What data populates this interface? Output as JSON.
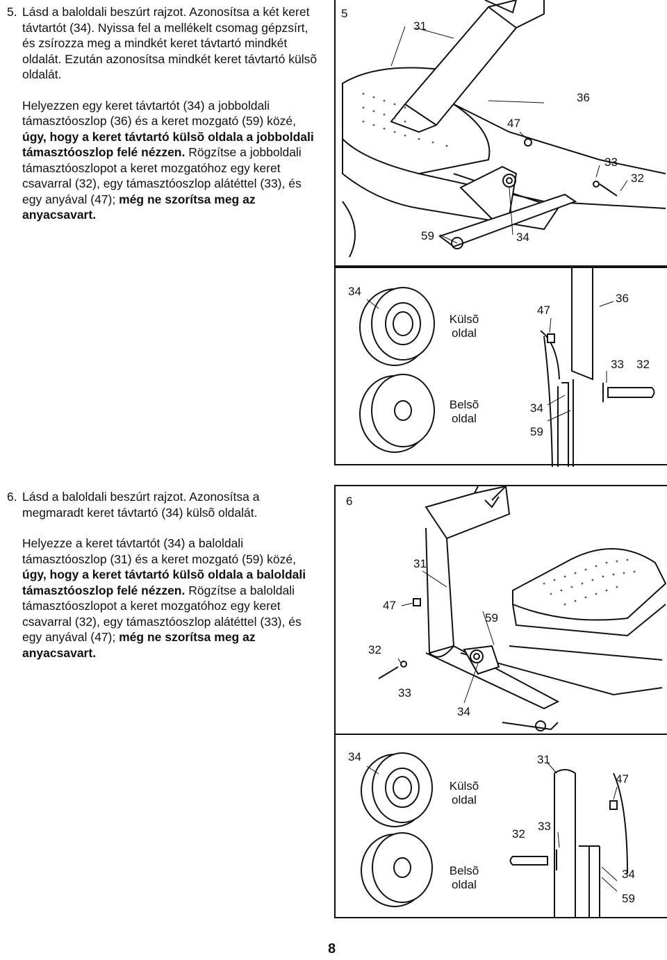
{
  "step5": {
    "number": "5.",
    "intro": "Lásd a baloldali beszúrt rajzot. Azonosítsa a két keret távtartót (34). Nyissa fel a mellékelt csomag gépzsírt, és zsírozza meg a mindkét keret távtartó mindkét oldalát. Ezután azonosítsa mindkét keret távtartó külsõ oldalát.",
    "p2_a": "Helyezzen egy keret távtartót (34) a jobboldali támasztóoszlop (36) és a keret mozgató (59) közé,",
    "p2_bold": "úgy, hogy a keret távtartó külsõ oldala a jobboldali támasztóoszlop felé nézzen.",
    "p2_b": "Rögzítse a jobboldali támasztóoszlopot a keret mozgatóhoz egy keret csavarral (32), egy támasztóoszlop alátéttel (33), és egy anyával (47);",
    "p2_bold2": "még ne szorítsa meg az anyacsavart.",
    "fig_number": "5",
    "callouts_main": [
      "31",
      "36",
      "47",
      "33",
      "32",
      "59",
      "34"
    ],
    "callouts_inset": [
      "34",
      "Külsõ",
      "oldal",
      "47",
      "36",
      "33",
      "32",
      "Belsõ",
      "oldal",
      "34",
      "59"
    ]
  },
  "step6": {
    "number": "6.",
    "intro": "Lásd a baloldali beszúrt rajzot. Azonosítsa a megmaradt keret távtartó (34) külsõ oldalát.",
    "p2_a": "Helyezze a keret távtartót (34) a baloldali támasztóoszlop (31) és a keret mozgató (59) közé,",
    "p2_bold": "úgy, hogy a keret távtartó külsõ oldala a baloldali támasztóoszlop felé nézzen.",
    "p2_b": "Rögzítse a baloldali támasztóoszlopot a keret mozgatóhoz egy keret csavarral (32), egy támasztóoszlop alátéttel (33), és egy anyával (47);",
    "p2_bold2": "még ne szorítsa meg az anyacsavart.",
    "fig_number": "6",
    "callouts_main": [
      "31",
      "47",
      "59",
      "32",
      "33",
      "34"
    ],
    "callouts_inset": [
      "34",
      "Külsõ",
      "oldal",
      "31",
      "47",
      "32",
      "33",
      "Belsõ",
      "oldal",
      "34",
      "59"
    ]
  },
  "page_number": "8"
}
